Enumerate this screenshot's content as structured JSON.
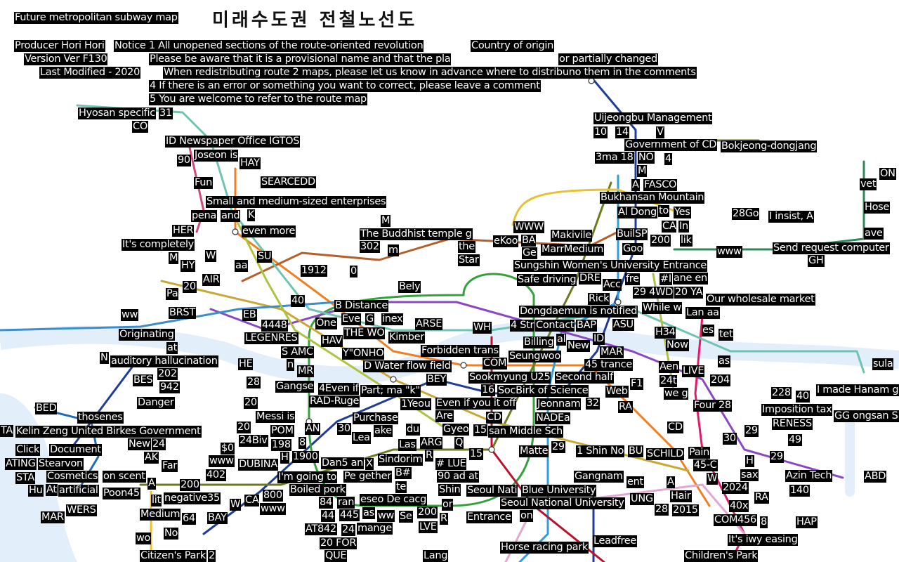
{
  "header": {
    "title": "Future metropolitan subway map",
    "producer": "Producer Hori Hori",
    "version": "Version Ver F130",
    "last_modified": "Last Modified - 2020",
    "notice_1": "Notice 1 All unopened sections of the route-oriented revolution",
    "notice_2": "Please be aware that it is a provisional name and that the pla",
    "notice_2_tail": "or partially changed",
    "notice_3": "When redistributing route 2 maps, please let us know in advance where to distribuno them in the comments",
    "notice_4": "4 If there is an error or something you want to correct, please leave a comment",
    "notice_5": "5 You are welcome to refer to the route map",
    "country": "Country of origin"
  },
  "map": {
    "colors": {
      "line1": "#1f3d96",
      "line2": "#33a23d",
      "line3": "#f07f22",
      "line4": "#2c9ede",
      "line5": "#8a48c4",
      "line6": "#b5602b",
      "line7": "#6c7a1f",
      "line8": "#e6186c",
      "line9": "#c9a833",
      "shinbundang": "#b8122c",
      "gyeongui": "#6ec4b2",
      "airport": "#3c8dc8",
      "river": "#e3eefb"
    },
    "labels": [
      "Hyosan specific",
      "31",
      "CO",
      "ID Newspaper Office IGTOS",
      "Joseon is",
      "90",
      "HAY",
      "SEARCEDD",
      "Fun",
      "Small and medium-sized enterprises",
      "pena",
      "and",
      "K",
      "M",
      "HER",
      "even more",
      "The Buddhist temple g",
      "302",
      "m",
      "It's completely",
      "M",
      "W",
      "SU",
      "aa",
      "HY",
      "AIR",
      "20",
      "Pa",
      "1912",
      "0",
      "Bely",
      "40",
      "ww",
      "BRST",
      "EB",
      "B Distance",
      "Eve",
      "G",
      "inex",
      "One",
      "THE WO",
      "Kimber",
      "ARSE",
      "4448",
      "LEGENRES",
      "HAV",
      "Originating",
      "at",
      "auditory hallucination",
      "S AMC",
      "Y\"ONHO",
      "Forbidden trans",
      "N",
      "HE",
      "n",
      "D Water flow field",
      "MR",
      "202",
      "BES",
      "942",
      "28",
      "Gangse",
      "4Even if",
      "Part; ma \"k\"",
      "RAD-Ruge",
      "BEY",
      "Danger",
      "1Yeou",
      "Even if you   it off",
      "16",
      "CD",
      "Are",
      "20",
      "BED",
      "thosenes",
      "Messi is",
      "POM",
      "AN",
      "30",
      "Purchase",
      "ake",
      "du",
      "Kelin Zeng United Birkes Government",
      "TA",
      "24",
      "New",
      "20",
      "24Biv",
      "198",
      "8",
      "1900",
      "Lea",
      "Las",
      "ARG",
      "Gyeo",
      "15",
      "san Middle Sch",
      "NADEa",
      "Q",
      "$0",
      "www",
      "Click",
      "Document",
      "ATING",
      "Stearvon",
      "AK",
      "Far",
      "H",
      "DUBINA",
      "STA",
      "Cosmetics",
      "Hu",
      "on scent",
      "A",
      "At",
      "artificial",
      "402",
      "I'm going to",
      "Boiled pork",
      "200",
      "negative35",
      "Poon45",
      "lit",
      "W",
      "CA",
      "800",
      "www",
      "Medium",
      "64",
      "BAY",
      "WERS",
      "MAR",
      "No",
      "wo",
      "84",
      "44",
      "AT842",
      "Uijeongbu Management",
      "10",
      "14",
      "V",
      "Government of CD",
      "NO",
      "Bokjeong-dongjang",
      "3ma 18",
      "4",
      "M",
      "FASCO",
      "Bukhansan Mountain",
      "ON",
      "vet",
      "Hose",
      "ave",
      "A",
      "to",
      "Al Dong",
      "Yes",
      "CA",
      "28Go",
      "I insist, A",
      "In",
      "WWW",
      "BA",
      "Makivile",
      "eKoo",
      "BuilSP",
      "200",
      "lik",
      "Ge",
      "MarrMedium",
      "Sungshin Women's University Entrance",
      "Goo",
      "www",
      "Send request computer",
      "GH",
      "the",
      "Star",
      "Safe driving",
      "fre",
      "#I",
      "ane en",
      "DRE",
      "Acc",
      "29 4WD",
      "20 YA",
      "Rick",
      "Dongdaemun is notified",
      "While w",
      "Lan aa",
      "Our wholesale market",
      "4 Str",
      "Contact",
      "BAP",
      "ASU",
      "WH",
      "al",
      "ID",
      "H34",
      "Now",
      "tet",
      "es",
      "Billing",
      "New",
      "MAR",
      "Seungwoo",
      "COM",
      "Sookmyung  U25",
      "45 trance",
      "Second half",
      "as",
      "LIVE",
      "Aen",
      "24t",
      "204",
      "SocBirk of Science",
      "Jeonnam",
      "F1",
      "Web",
      "we g",
      "32",
      "RA",
      "Four 28",
      "228",
      "40",
      "I made Hanam g",
      "Imposition tax",
      "sula",
      "RENESS",
      "GG ongsan S",
      "CD",
      "29",
      "30",
      "49",
      "29",
      "Matte",
      "29",
      "1 Shin No",
      "BU",
      "SCHILD",
      "Pain",
      "45-C",
      "H",
      "sax",
      "W",
      "Azin Tech",
      "ABD",
      "2024",
      "140",
      "Seoul Nati",
      "Blue University",
      "Gangnam",
      "ent",
      "A",
      "Hair",
      "2015",
      "Seoul National University",
      "UNG",
      "28",
      "Entrance",
      "on",
      "40x",
      "RA",
      "COM456",
      "8",
      "HAP",
      "Horse racing park",
      "Leadfree",
      "It's iwy easing",
      "Children's Park",
      "Citizen's Park",
      "Lang",
      "Dan5 an",
      "X",
      "Sindorim",
      "B#",
      "# LUE",
      "15",
      "R",
      "90 ad at",
      "Shin",
      "Pe gether",
      "te",
      "eseo De cacg",
      "ran",
      "as",
      "445",
      "ww",
      "mange",
      "Se",
      "200",
      "or",
      "R",
      "LVE",
      "20 FOR",
      "24",
      "QUE",
      "2"
    ]
  }
}
